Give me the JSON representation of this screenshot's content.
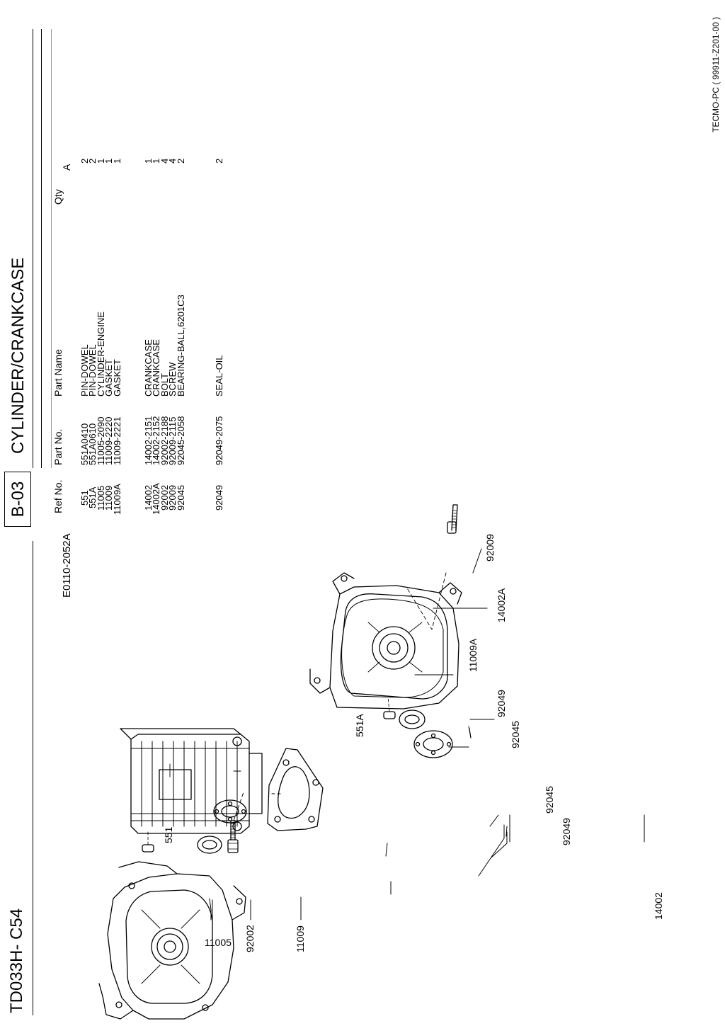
{
  "header": {
    "doc_title": "TD033H- C54",
    "section_code": "B-03",
    "section_title": "CYLINDER/CRANKCASE",
    "illustration_no": "E0110-2052A"
  },
  "table": {
    "columns": [
      "Ref No.",
      "Part No.",
      "Part Name",
      "Qty",
      "A"
    ],
    "groups": [
      {
        "rows": [
          {
            "ref": "551",
            "part_no": "551A0410",
            "name": "PIN-DOWEL",
            "qty": "2"
          },
          {
            "ref": "551A",
            "part_no": "551A0610",
            "name": "PIN-DOWEL",
            "qty": "2"
          },
          {
            "ref": "11005",
            "part_no": "11005-2090",
            "name": "CYLINDER-ENGINE",
            "qty": "1"
          },
          {
            "ref": "11009",
            "part_no": "11009-2220",
            "name": "GASKET",
            "qty": "1"
          },
          {
            "ref": "11009A",
            "part_no": "11009-2221",
            "name": "GASKET",
            "qty": "1"
          }
        ]
      },
      {
        "rows": [
          {
            "ref": "14002",
            "part_no": "14002-2151",
            "name": "CRANKCASE",
            "qty": "1"
          },
          {
            "ref": "14002A",
            "part_no": "14002-2152",
            "name": "CRANKCASE",
            "qty": "1"
          },
          {
            "ref": "92002",
            "part_no": "92002-2188",
            "name": "BOLT",
            "qty": "4"
          },
          {
            "ref": "92009",
            "part_no": "92009-2115",
            "name": "SCREW",
            "qty": "4"
          },
          {
            "ref": "92045",
            "part_no": "92045-2058",
            "name": "BEARING-BALL,6201C3",
            "qty": "2"
          }
        ]
      },
      {
        "rows": [
          {
            "ref": "92049",
            "part_no": "92049-2075",
            "name": "SEAL-OIL",
            "qty": "2"
          }
        ]
      }
    ]
  },
  "callouts": {
    "c11005": "11005",
    "c92002": "92002",
    "c11009": "11009",
    "c14002": "14002",
    "c551": "551",
    "c92049": "92049",
    "c92045": "92045",
    "c551A": "551A",
    "c92049b": "92049",
    "c92045b": "92045",
    "c11009A": "11009A",
    "c14002A": "14002A",
    "c92009": "92009"
  },
  "footer": {
    "code": "TECMO-PC ( 99911-Z201-00 )"
  }
}
